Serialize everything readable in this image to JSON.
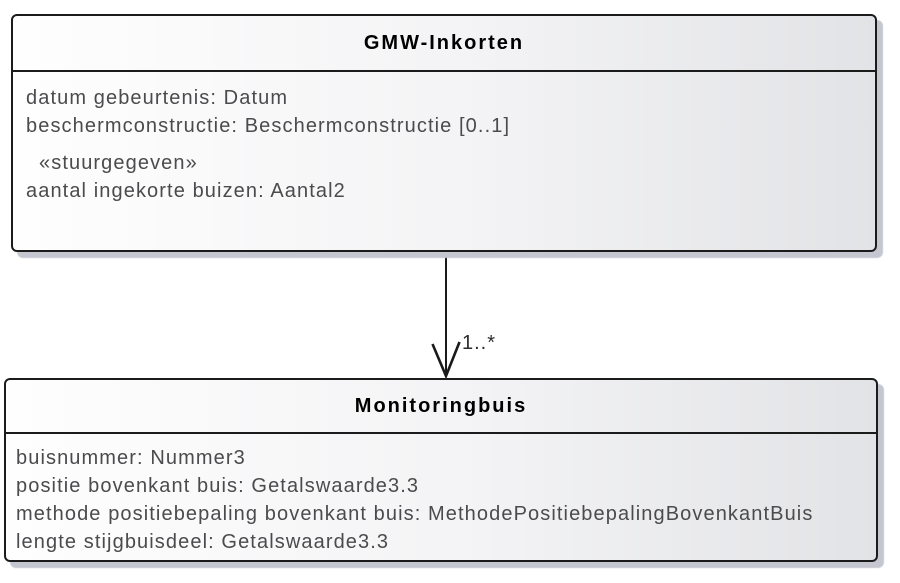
{
  "classes": [
    {
      "name": "GMW-Inkorten",
      "attributes": [
        "datum gebeurtenis: Datum",
        "beschermconstructie: Beschermconstructie [0..1]"
      ],
      "stereotype": "«stuurgegeven»",
      "stereotype_attributes": [
        "aantal ingekorte buizen: Aantal2"
      ]
    },
    {
      "name": "Monitoringbuis",
      "attributes": [
        "buisnummer: Nummer3",
        "positie bovenkant buis: Getalswaarde3.3",
        "methode positiebepaling bovenkant buis: MethodePositiebepalingBovenkantBuis",
        "lengte stijgbuisdeel: Getalswaarde3.3"
      ]
    }
  ],
  "connector": {
    "target_multiplicity": "1..*"
  },
  "colors": {
    "box_border": "#1b1b1b",
    "box_fill_start": "#fefefe",
    "box_fill_end": "#e2e3e6",
    "box_shadow": "#c5c7d0",
    "title_text": "#000000",
    "attribute_text": "#4b4b4d",
    "connector_line": "#1a1a1a"
  }
}
